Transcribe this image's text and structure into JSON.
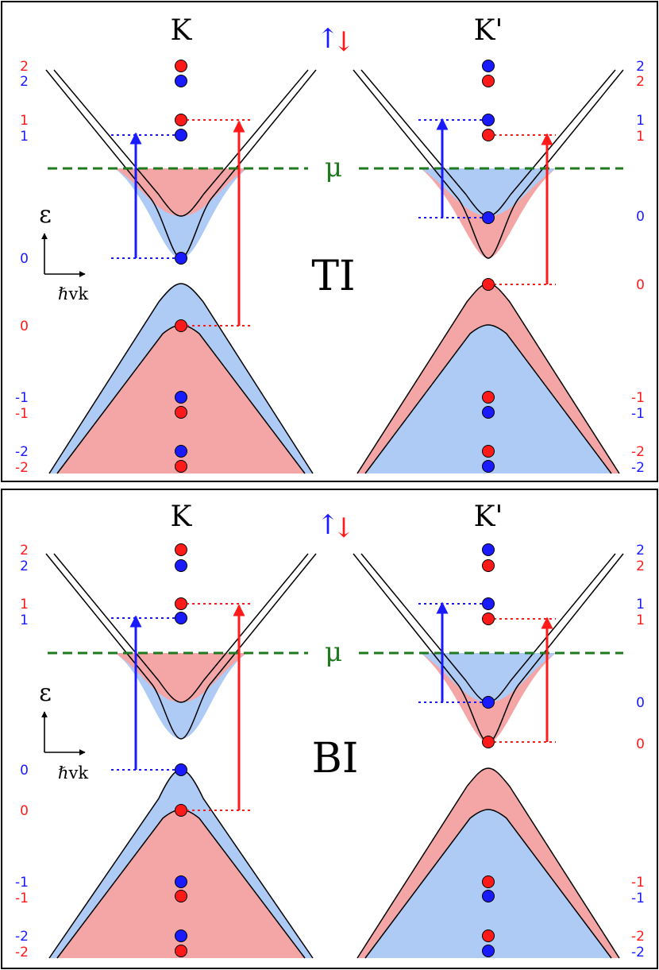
{
  "colors": {
    "spin_up": "#1a1aff",
    "spin_down": "#ff1a1a",
    "fill_up": "#aecbf6",
    "fill_down": "#f4a6a6",
    "mu_line": "#1f7a1f",
    "frame": "#000000"
  },
  "spin_symbols": {
    "up": "↑",
    "down": "↓"
  },
  "axis": {
    "energy": "ε",
    "momentum": "ℏvk"
  },
  "mu_label": "μ",
  "panels": [
    {
      "phase": "TI",
      "valleys": [
        {
          "label": "K",
          "left_levels": [
            {
              "text": "2",
              "spin": "down"
            },
            {
              "text": "2",
              "spin": "up"
            },
            {
              "text": "1",
              "spin": "down"
            },
            {
              "text": "1",
              "spin": "up"
            },
            {
              "text": "0",
              "spin": "up"
            },
            {
              "text": "0",
              "spin": "down"
            },
            {
              "text": "-1",
              "spin": "up"
            },
            {
              "text": "-1",
              "spin": "down"
            },
            {
              "text": "-2",
              "spin": "up"
            },
            {
              "text": "-2",
              "spin": "down"
            }
          ]
        },
        {
          "label": "K'",
          "right_levels": [
            {
              "text": "2",
              "spin": "up"
            },
            {
              "text": "2",
              "spin": "down"
            },
            {
              "text": "1",
              "spin": "up"
            },
            {
              "text": "1",
              "spin": "down"
            },
            {
              "text": "0",
              "spin": "up"
            },
            {
              "text": "0",
              "spin": "down"
            },
            {
              "text": "-1",
              "spin": "down"
            },
            {
              "text": "-1",
              "spin": "up"
            },
            {
              "text": "-2",
              "spin": "down"
            },
            {
              "text": "-2",
              "spin": "up"
            }
          ]
        }
      ]
    },
    {
      "phase": "BI",
      "valleys": [
        {
          "label": "K",
          "left_levels": [
            {
              "text": "2",
              "spin": "down"
            },
            {
              "text": "2",
              "spin": "up"
            },
            {
              "text": "1",
              "spin": "down"
            },
            {
              "text": "1",
              "spin": "up"
            },
            {
              "text": "0",
              "spin": "up"
            },
            {
              "text": "0",
              "spin": "down"
            },
            {
              "text": "-1",
              "spin": "up"
            },
            {
              "text": "-1",
              "spin": "down"
            },
            {
              "text": "-2",
              "spin": "up"
            },
            {
              "text": "-2",
              "spin": "down"
            }
          ]
        },
        {
          "label": "K'",
          "right_levels": [
            {
              "text": "2",
              "spin": "up"
            },
            {
              "text": "2",
              "spin": "down"
            },
            {
              "text": "1",
              "spin": "up"
            },
            {
              "text": "1",
              "spin": "down"
            },
            {
              "text": "0",
              "spin": "up"
            },
            {
              "text": "0",
              "spin": "down"
            },
            {
              "text": "-1",
              "spin": "down"
            },
            {
              "text": "-1",
              "spin": "up"
            },
            {
              "text": "-2",
              "spin": "down"
            },
            {
              "text": "-2",
              "spin": "up"
            }
          ]
        }
      ]
    }
  ]
}
